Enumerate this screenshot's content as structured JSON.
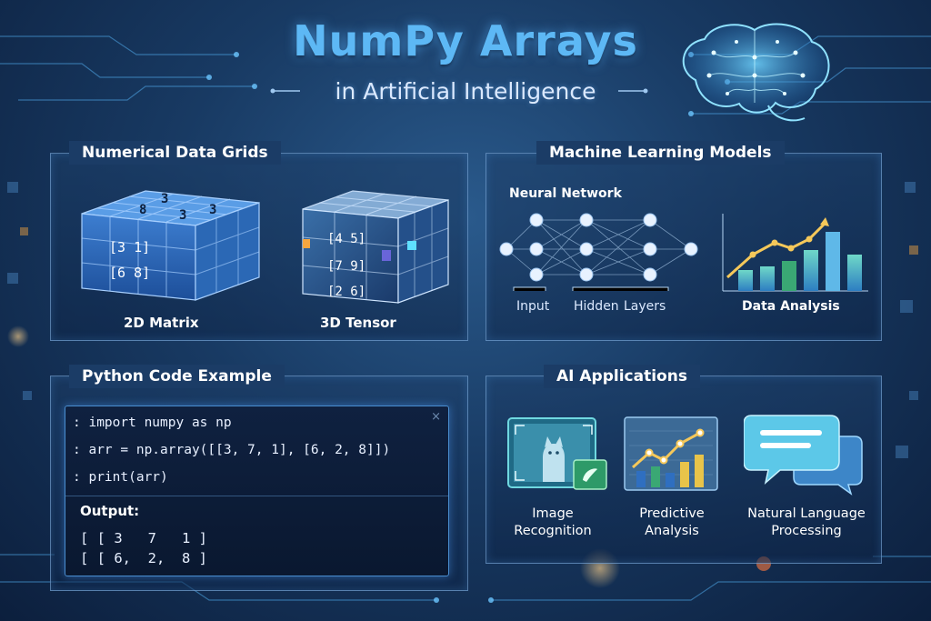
{
  "header": {
    "title": "NumPy Arrays",
    "subtitle": "in Artificial Intelligence"
  },
  "data_grids": {
    "title": "Numerical Data Grids",
    "matrix": {
      "label": "2D Matrix",
      "rows": [
        "[3   1]",
        "[6   8]"
      ],
      "top_digits": [
        "3",
        "8",
        "3",
        "3"
      ]
    },
    "tensor": {
      "label": "3D Tensor",
      "rows": [
        "[4 5]",
        "[7 9]",
        "[2 6]"
      ]
    }
  },
  "ml_models": {
    "title": "Machine Learning Models",
    "network_title": "Neural Network",
    "input_label": "Input",
    "hidden_label": "Hidden",
    "layers_label": "Layers",
    "chart_label": "Data Analysis"
  },
  "code_example": {
    "title": "Python Code Example",
    "lines": [
      ": import numpy as np",
      ": arr = np.array([[3, 7, 1], [6, 2, 8]])",
      ": print(arr)"
    ],
    "close_symbol": "×",
    "output_title": "Output:",
    "output_lines": [
      "[ [ 3   7   1 ]",
      "[ [ 6,  2,  8 ]"
    ]
  },
  "ai_apps": {
    "title": "AI Applications",
    "items": [
      {
        "label_1": "Image",
        "label_2": "Recognition",
        "icon": "cat-photo-icon"
      },
      {
        "label_1": "Predictive",
        "label_2": "Analysis",
        "icon": "trend-chart-icon"
      },
      {
        "label_1": "Natural Language",
        "label_2": "Processing",
        "icon": "chat-bubbles-icon"
      }
    ]
  },
  "colors": {
    "title_blue": "#5db8f5",
    "panel_border": "#8cbef0",
    "accent_orange": "#f5a640",
    "accent_cyan": "#5fe0ff"
  }
}
